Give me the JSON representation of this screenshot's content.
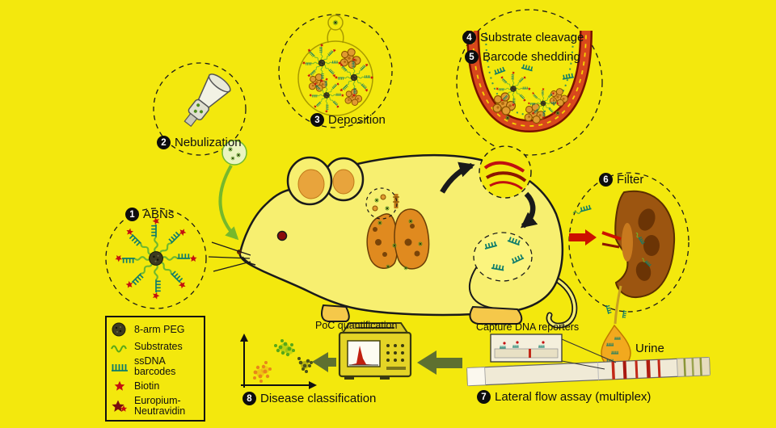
{
  "steps": [
    {
      "num": "1",
      "label": "ABNs"
    },
    {
      "num": "2",
      "label": "Nebulization"
    },
    {
      "num": "3",
      "label": "Deposition"
    },
    {
      "num": "4",
      "label": "Substrate cleavage"
    },
    {
      "num": "5",
      "label": "Barcode shedding"
    },
    {
      "num": "6",
      "label": "Filter"
    },
    {
      "num": "7",
      "label": "Lateral flow assay (multiplex)"
    },
    {
      "num": "8",
      "label": "Disease classification"
    }
  ],
  "annotations": {
    "urine": "Urine",
    "poc_quantification": "PoC quantification",
    "capture_dna_reporters": "Capture DNA reporters"
  },
  "legend": {
    "items": [
      {
        "icon": "peg-icon",
        "label": "8-arm PEG"
      },
      {
        "icon": "substrates-icon",
        "label": "Substrates"
      },
      {
        "icon": "ssdna-barcodes-icon",
        "label": "ssDNA barcodes"
      },
      {
        "icon": "biotin-icon",
        "label": "Biotin"
      },
      {
        "icon": "europium-neutravidin-icon",
        "label": "Europium-Neutravidin"
      }
    ]
  },
  "colors": {
    "background": "#F3E80D",
    "substrate_green": "#6FB82E",
    "barcode_teal": "#0E7C6B",
    "biotin_red": "#C41010",
    "airway_dark_red": "#8B1500",
    "cell_orange": "#E09A30",
    "arrow_olive": "#5E7030"
  }
}
